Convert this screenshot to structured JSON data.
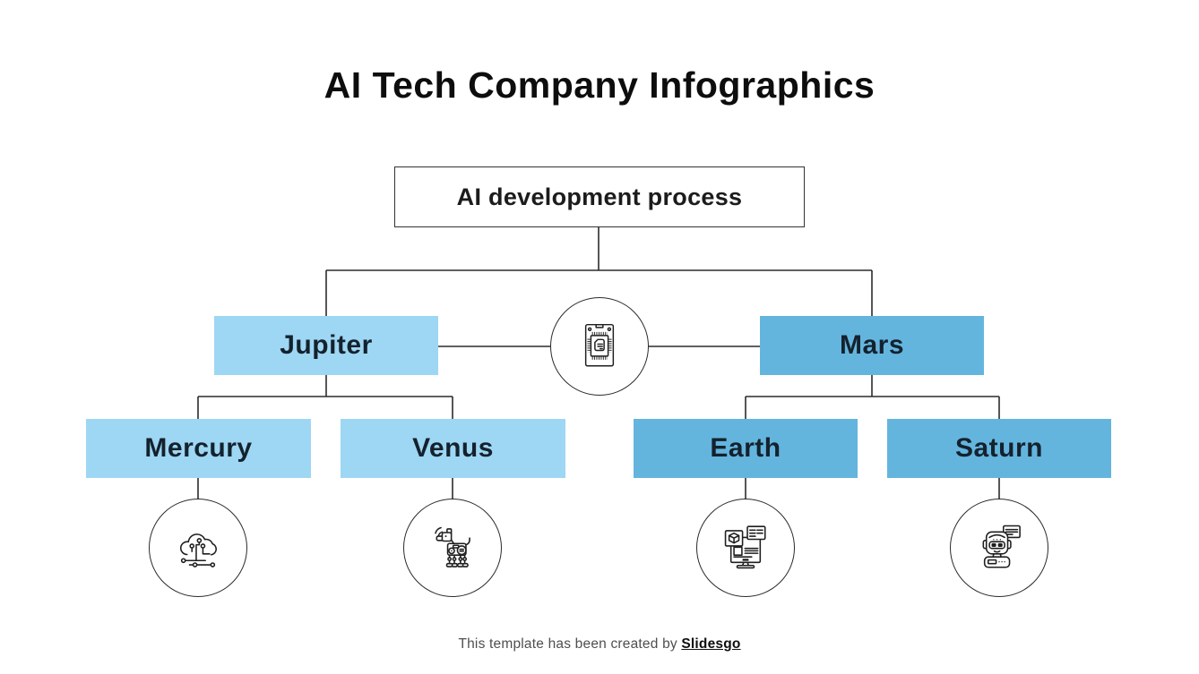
{
  "page": {
    "title": "AI Tech Company Infographics",
    "footer": {
      "text": "This template has been created by ",
      "brand": "Slidesgo"
    }
  },
  "colors": {
    "light_blue": "#9ed7f3",
    "medium_blue": "#64b5de",
    "connector_line": "#2b2b2b",
    "box_text": "#14222e",
    "root_border": "#333333",
    "title_text": "#0d0d0d",
    "footer_text": "#4f4f4f"
  },
  "tree": {
    "root": {
      "label": "AI development process"
    },
    "center_icon": "cpu-chip-icon",
    "level1": [
      {
        "label": "Jupiter",
        "color": "light_blue"
      },
      {
        "label": "Mars",
        "color": "medium_blue"
      }
    ],
    "level2": [
      {
        "label": "Mercury",
        "color": "light_blue",
        "icon": "cloud-circuit-icon"
      },
      {
        "label": "Venus",
        "color": "light_blue",
        "icon": "robot-dog-icon"
      },
      {
        "label": "Earth",
        "color": "medium_blue",
        "icon": "monitor-documents-icon"
      },
      {
        "label": "Saturn",
        "color": "medium_blue",
        "icon": "chatbot-icon"
      }
    ]
  }
}
